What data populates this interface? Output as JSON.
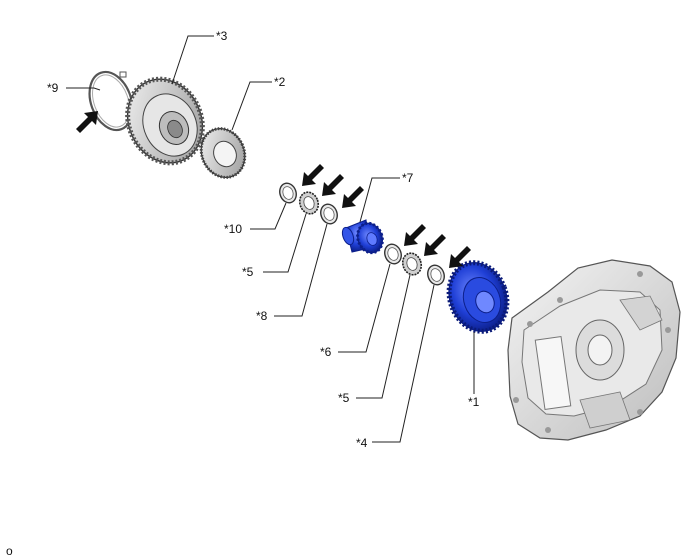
{
  "callouts": {
    "c1": "*1",
    "c2": "*2",
    "c3": "*3",
    "c4": "*4",
    "c5a": "*5",
    "c5b": "*5",
    "c6": "*6",
    "c7": "*7",
    "c8": "*8",
    "c9": "*9",
    "c10": "*10"
  },
  "footer": {
    "mark": "o"
  },
  "colors": {
    "highlight_blue": "#1f3fd6",
    "highlight_blue_dark": "#0c1f8a",
    "part_gray": "#cfcfcf",
    "part_gray_dark": "#7a7a7a",
    "arrow": "#111111"
  }
}
